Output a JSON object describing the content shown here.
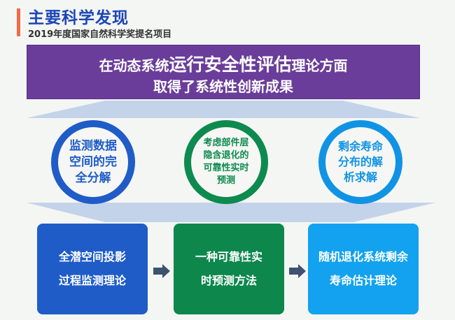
{
  "header": {
    "title": "主要科学发现",
    "subtitle": "2019年度国家自然科学奖提名项目"
  },
  "banner": {
    "line1_prefix": "在动态系统",
    "line1_emphasis": "运行安全性评估",
    "line1_suffix": "理论方面",
    "line2": "取得了系统性创新成果"
  },
  "circles": [
    {
      "lines": [
        "监测数据",
        "空间的完",
        "全分解"
      ],
      "color": "#1f5cc8"
    },
    {
      "lines": [
        "考虑部件层",
        "隐含退化的",
        "可靠性实时",
        "预测"
      ],
      "color": "#0d8a4e"
    },
    {
      "lines": [
        "剩余寿命",
        "分布的解",
        "析求解"
      ],
      "color": "#1193e4"
    }
  ],
  "boxes": [
    {
      "lines": [
        "全潜空间投影",
        "过程监测理论"
      ],
      "color": "#1f5cc8"
    },
    {
      "lines": [
        "一种可靠性实",
        "时预测方法"
      ],
      "color": "#0d874c"
    },
    {
      "lines": [
        "随机退化系统剩余",
        "寿命估计理论"
      ],
      "color": "#12a2ef"
    }
  ],
  "colors": {
    "accent": "#f06a4a",
    "title": "#1c46b8",
    "banner": "#6a3d9a",
    "trapezoid": "#c3d3ea",
    "arrow": "#3d5170"
  }
}
